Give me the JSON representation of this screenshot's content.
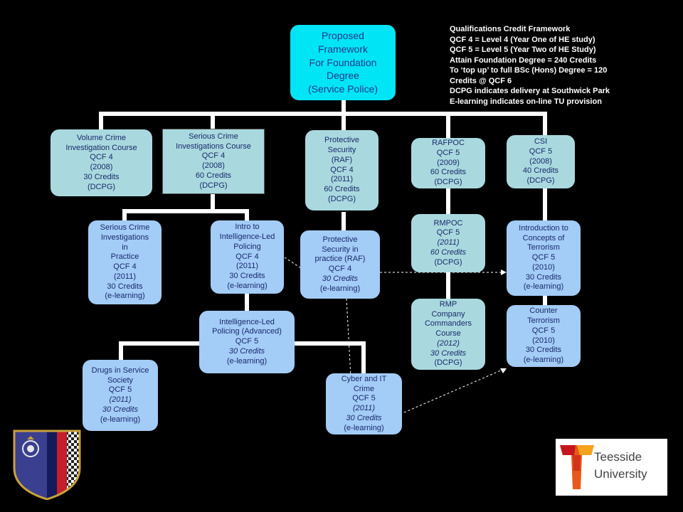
{
  "root": [
    "Proposed",
    "Framework",
    "For Foundation",
    "Degree",
    "(Service Police)"
  ],
  "notes": [
    "Qualifications Credit Framework",
    "QCF 4 = Level 4 (Year One of HE study)",
    "QCF 5 = Level 5 (Year Two of HE Study)",
    "Attain Foundation  Degree = 240 Credits",
    "To ‘top up’ to full BSc (Hons) Degree = 120",
    "Credits @ QCF 6",
    "DCPG indicates delivery at Southwick Park",
    "E-learning indicates on-line TU provision"
  ],
  "boxes": {
    "vcic": [
      "Volume Crime",
      "Investigation Course",
      "QCF 4",
      "(2008)",
      "30 Credits",
      "(DCPG)"
    ],
    "scic": [
      "Serious Crime",
      "Investigations Course",
      "QCF 4",
      "(2008)",
      "60 Credits",
      "(DCPG)"
    ],
    "psraf": [
      "Protective",
      "Security",
      "(RAF)",
      "QCF 4",
      "(2011)",
      "60 Credits",
      "(DCPG)"
    ],
    "rafpoc": [
      "RAFPOC",
      "QCF 5",
      "(2009)",
      "60 Credits",
      "(DCPG)"
    ],
    "csi": [
      "CSI",
      "QCF 5",
      "(2008)",
      "40 Credits",
      "(DCPG)"
    ],
    "scip": [
      "Serious Crime",
      "Investigations",
      "in",
      "Practice",
      "QCF 4",
      "(2011)",
      "30 Credits",
      "(e-learning)"
    ],
    "iilp": [
      "Intro to",
      "Intelligence-Led",
      "Policing",
      "QCF 4",
      "(2011)",
      "30 Credits",
      "(e-learning)"
    ],
    "pspr": [
      "Protective",
      "Security in",
      "practice (RAF)",
      "QCF 4",
      "30 Credits",
      "(e-learning)"
    ],
    "rmpoc": [
      "RMPOC",
      "QCF 5",
      "(2011)",
      "60 Credits",
      "(DCPG)"
    ],
    "ict": [
      "Introduction to",
      "Concepts of",
      "Terrorism",
      "QCF 5",
      "(2010)",
      "30 Credits",
      "(e-learning)"
    ],
    "ilpa": [
      "Intelligence-Led",
      "Policing (Advanced)",
      "QCF 5",
      "30 Credits",
      "(e-learning)"
    ],
    "rmpccc": [
      "RMP",
      "Company",
      "Commanders",
      "Course",
      "(2012)",
      "30 Credits",
      "(DCPG)"
    ],
    "ct": [
      "Counter",
      "Terrorism",
      "QCF 5",
      "(2010)",
      "30 Credits",
      "(e-learning)"
    ],
    "diss": [
      "Drugs in Service",
      "Society",
      "QCF 5",
      "(2011)",
      "30 Credits",
      "(e-learning)"
    ],
    "cit": [
      "Cyber and IT",
      "Crime",
      "QCF 5",
      "(2011)",
      "30 Credits",
      "(e-learning)"
    ]
  },
  "logo": {
    "line1": "Teesside",
    "line2": "University"
  },
  "colors": {
    "background": "#000000",
    "root": "#00e5f5",
    "light_box": "#a9d9de",
    "blue_box": "#a3ccf7",
    "text": "#1a2a6c"
  }
}
